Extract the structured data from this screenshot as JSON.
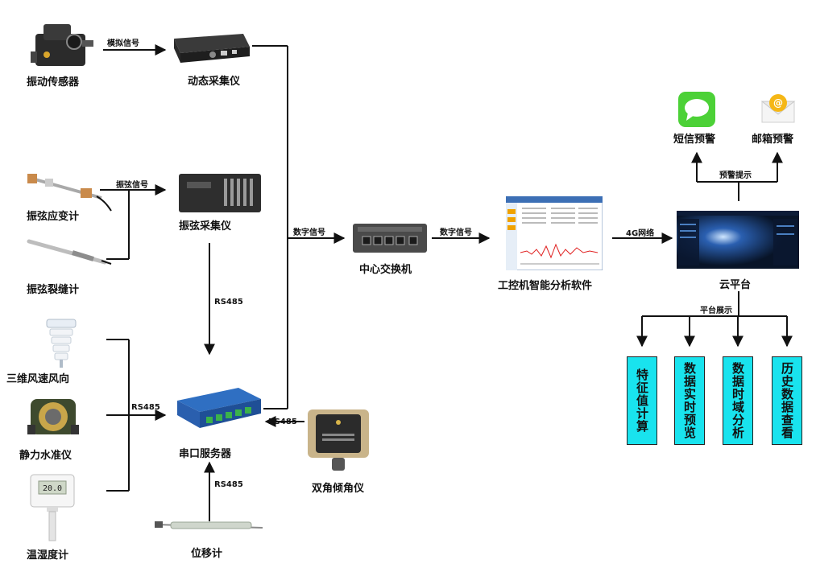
{
  "nodes": {
    "vibration_sensor": "振动传感器",
    "dynamic_collector": "动态采集仪",
    "vw_strain_gauge": "振弦应变计",
    "vw_crack_meter": "振弦裂缝计",
    "vw_collector": "振弦采集仪",
    "wind_sensor": "三维风速风向",
    "hydrostatic_level": "静力水准仪",
    "temp_humidity": "温湿度计",
    "serial_server": "串口服务器",
    "displacement": "位移计",
    "inclinometer": "双角倾角仪",
    "switch": "中心交换机",
    "ipc_software": "工控机智能分析软件",
    "cloud": "云平台",
    "sms_alert": "短信预警",
    "email_alert": "邮箱预警"
  },
  "edges": {
    "analog_signal": "模拟信号",
    "vw_signal": "振弦信号",
    "digital_signal_1": "数字信号",
    "digital_signal_2": "数字信号",
    "rs485_top": "RS485",
    "rs485_left": "RS485",
    "rs485_right": "RS485",
    "rs485_bottom": "RS485",
    "network_4g": "4G网络",
    "alert_hint": "预警提示",
    "platform_display": "平台展示"
  },
  "functions": [
    "特征值计算",
    "数据实时预览",
    "数据时域分析",
    "历史数据查看"
  ],
  "screen_labels": {
    "display_value": "20.0",
    "email_glyph": "@"
  },
  "colors": {
    "function_box": "#19e3ee",
    "wire": "#111111",
    "sms_green": "#4cd137",
    "email_yellow": "#f5b716"
  }
}
